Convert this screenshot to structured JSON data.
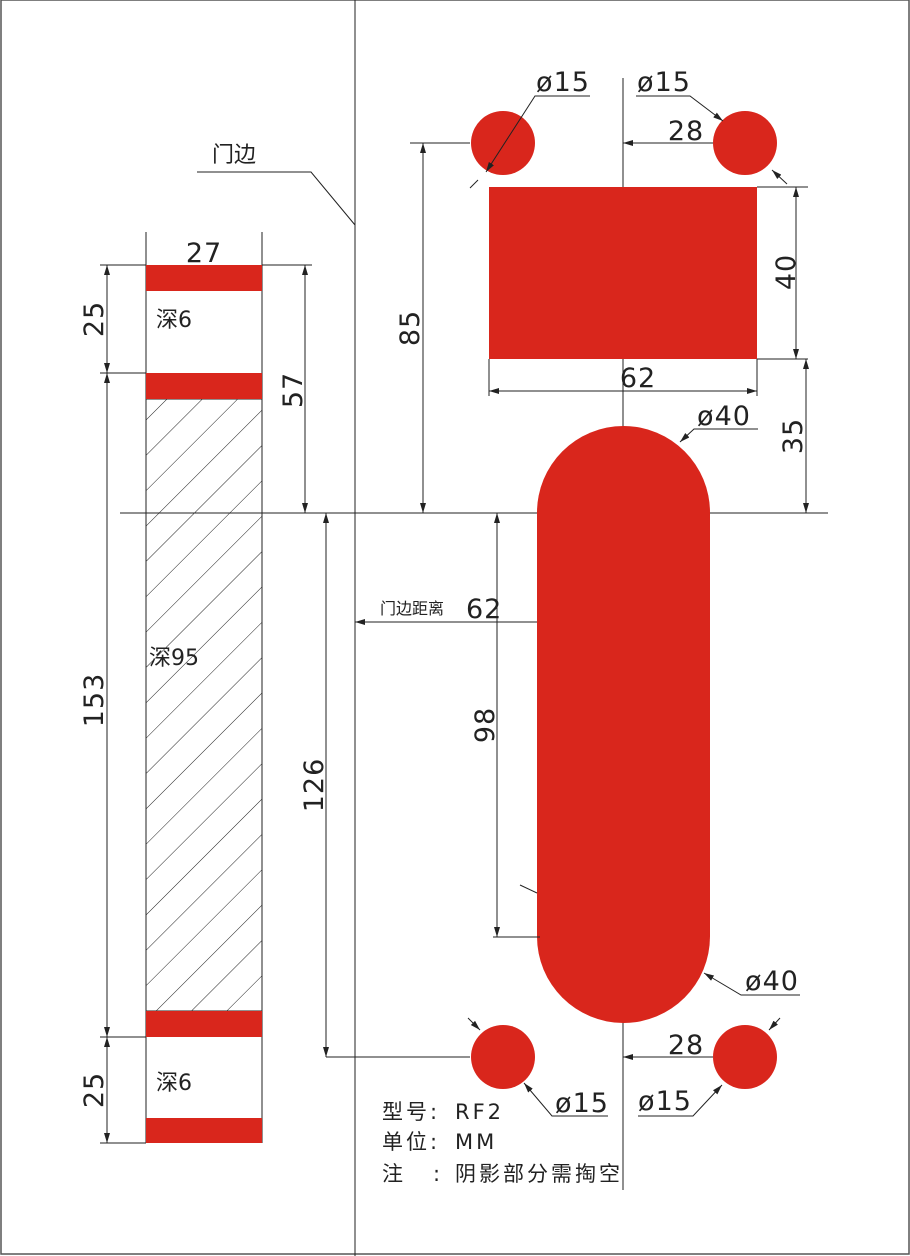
{
  "colors": {
    "cutout": "#d9261c",
    "line": "#222222"
  },
  "door_edge_label": "门边",
  "left_view": {
    "width": "27",
    "top_slot": "25",
    "top_to_center": "57",
    "middle": "153",
    "bottom_slot": "25",
    "top_depth": "深6",
    "middle_depth": "深95",
    "bottom_depth": "深6"
  },
  "center_span": "126",
  "right_view": {
    "hole_dia_tl": "ø15",
    "hole_dia_tr": "ø15",
    "hole_dia_bl": "ø15",
    "hole_dia_br": "ø15",
    "hole_offset_top": "28",
    "hole_offset_bottom": "28",
    "rect_height": "40",
    "rect_width": "62",
    "hole_to_center": "85",
    "rect_to_center": "35",
    "slot_dia_top": "ø40",
    "slot_dia_bottom": "ø40",
    "slot_length": "98",
    "door_distance_label": "门边距离",
    "door_distance": "62"
  },
  "notes": {
    "model_label": "型号:",
    "model": "RF2",
    "unit_label": "单位:",
    "unit": "MM",
    "note_label": "注",
    "note_colon": ":",
    "note": "阴影部分需掏空"
  }
}
